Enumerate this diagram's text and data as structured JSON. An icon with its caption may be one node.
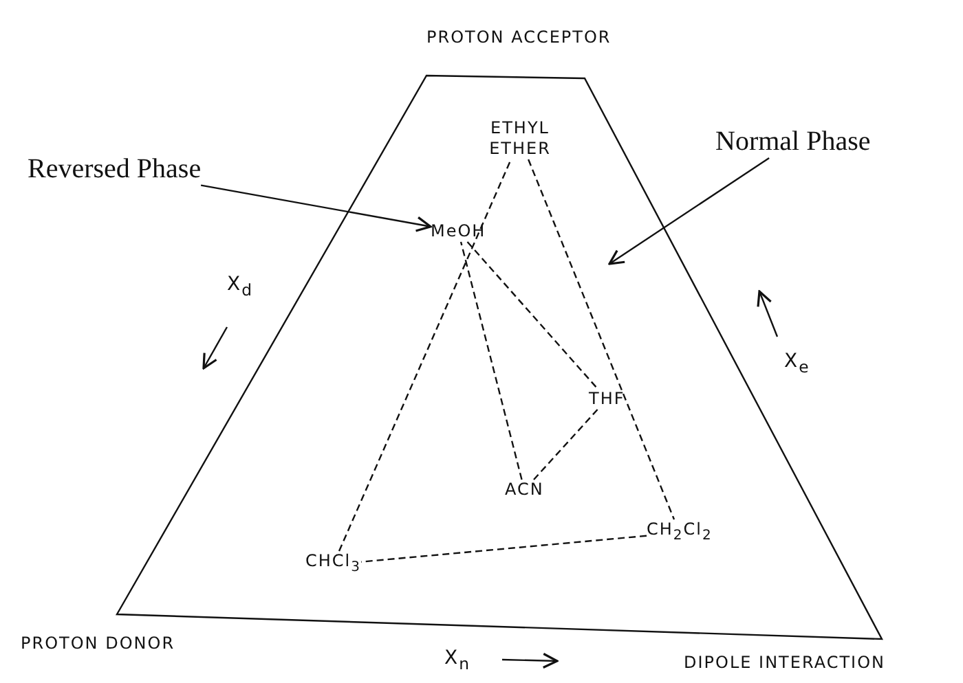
{
  "diagram": {
    "nodes": [
      {
        "text": [
          "Reversed Phase"
        ]
      },
      {
        "text": [
          "ETHYL ETHER"
        ]
      },
      {
        "text": [
          "Normal Phase"
        ]
      },
      {
        "text": [
          "MeOH"
        ]
      },
      {
        "text": [
          "THF"
        ]
      },
      {
        "text": [
          "ACN"
        ]
      },
      {
        "text": [
          "CH$_{2}$Cl$_{2}$"
        ]
      },
      {
        "text": [
          "CHCl$_{3}$"
        ]
      }
    ],
    "edges": [
      {
        "from": 0,
        "to": 3,
        "arrow": "to"
      },
      {
        "from": 2,
        "to": null,
        "arrow": "to"
      },
      {
        "from": 3,
        "to": 4,
        "arrow": "none",
        "style": "dashed"
      },
      {
        "from": 4,
        "to": 5,
        "arrow": "none",
        "style": "dashed"
      },
      {
        "from": 5,
        "to": 3,
        "arrow": "none",
        "style": "dashed"
      },
      {
        "from": 1,
        "to": 6,
        "arrow": "none",
        "style": "dashed"
      },
      {
        "from": 6,
        "to": 7,
        "arrow": "none",
        "style": "dashed"
      },
      {
        "from": 7,
        "to": 1,
        "arrow": "none",
        "style": "dashed"
      }
    ],
    "labels": [
      "PROTON ACCEPTOR",
      "X$_{d}$",
      "X$_{e}$",
      "PROTON DONOR",
      "DIPOLE INTERACTION",
      "X$_{n}$"
    ]
  }
}
